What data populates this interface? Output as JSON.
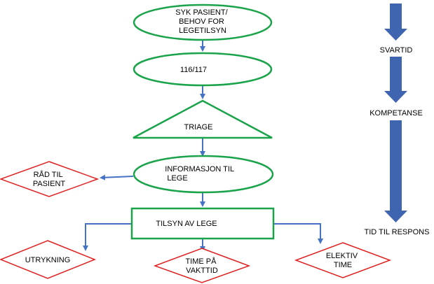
{
  "colors": {
    "green": "#1aa34a",
    "red": "#e02020",
    "arrow_blue": "#4472c4",
    "big_arrow_blue": "#3f64b0",
    "text": "#000000"
  },
  "nodes": {
    "sick_patient": [
      "SYK PASIENT/",
      "BEHOV FOR",
      "LEGETILSYN"
    ],
    "phone": [
      "116/117"
    ],
    "triage": [
      "TRIAGE"
    ],
    "info_doctor": [
      "INFORMASJON TIL",
      "LEGE"
    ],
    "advice": [
      "RÅD TIL",
      "PASIENT"
    ],
    "doctor_visit": [
      "TILSYN AV LEGE"
    ],
    "emergency": [
      "UTRYKNING"
    ],
    "appointment_duty": [
      "TIME PÅ",
      "VAKTTID"
    ],
    "elective": [
      "ELEKTIV",
      "TIME"
    ]
  },
  "side_labels": {
    "response_time": "SVARTID",
    "competence": "KOMPETANSE",
    "time_to_response": "TID TIL RESPONS"
  }
}
